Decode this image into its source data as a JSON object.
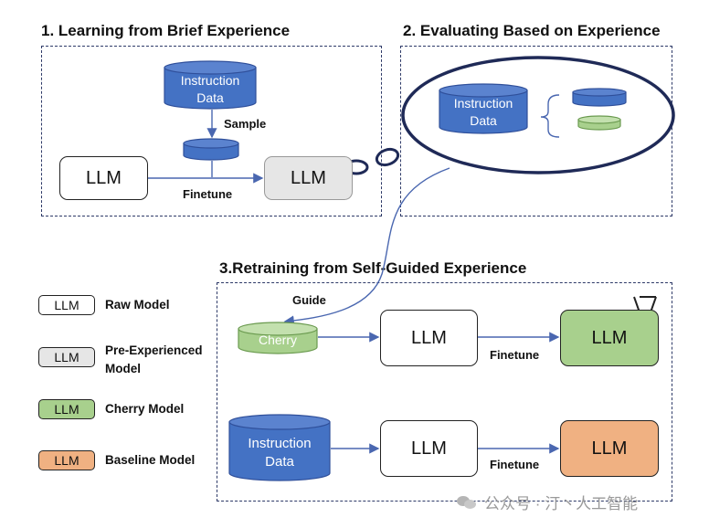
{
  "sections": {
    "s1_title": "1. Learning from Brief Experience",
    "s2_title": "2. Evaluating Based on Experience",
    "s3_title": "3.Retraining from Self-Guided Experience"
  },
  "labels": {
    "instruction_line1": "Instruction",
    "instruction_line2": "Data",
    "sample": "Sample",
    "finetune": "Finetune",
    "guide": "Guide",
    "llm": "LLM",
    "cherry": "Cherry"
  },
  "legend": [
    {
      "box": "LLM",
      "text": "Raw Model",
      "color": "#ffffff"
    },
    {
      "box": "LLM",
      "text": "Pre-Experienced Model",
      "color": "#e6e6e6"
    },
    {
      "box": "LLM",
      "text": "Cherry Model",
      "color": "#a8d08d"
    },
    {
      "box": "LLM",
      "text": "Baseline Model",
      "color": "#f0b182"
    }
  ],
  "watermark": "公众号 · 汀丶人工智能",
  "colors": {
    "blue": "#4472c4",
    "blue_dark": "#2f4f9a",
    "green": "#a8d08d",
    "orange": "#f0b182",
    "gray": "#e6e6e6",
    "navy": "#1f2a57"
  }
}
